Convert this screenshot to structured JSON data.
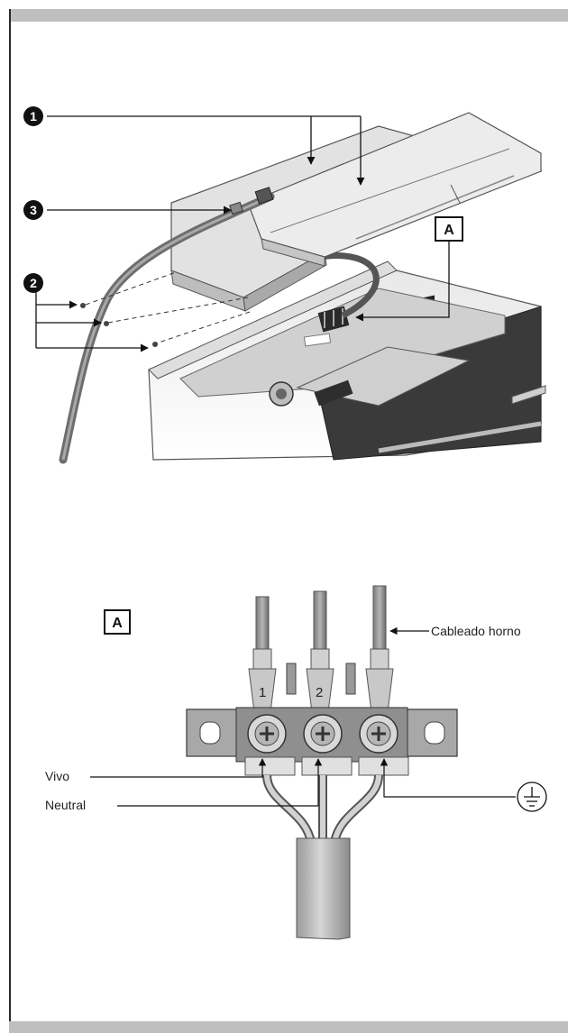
{
  "callouts": {
    "one": "1",
    "two": "2",
    "three": "3"
  },
  "detail_marker": "A",
  "terminal_numbers": [
    "1",
    "2"
  ],
  "labels": {
    "oven_wiring": "Cableado horno",
    "live": "Vivo",
    "neutral": "Neutral"
  },
  "icons": {
    "ground": "ground-symbol-icon"
  }
}
